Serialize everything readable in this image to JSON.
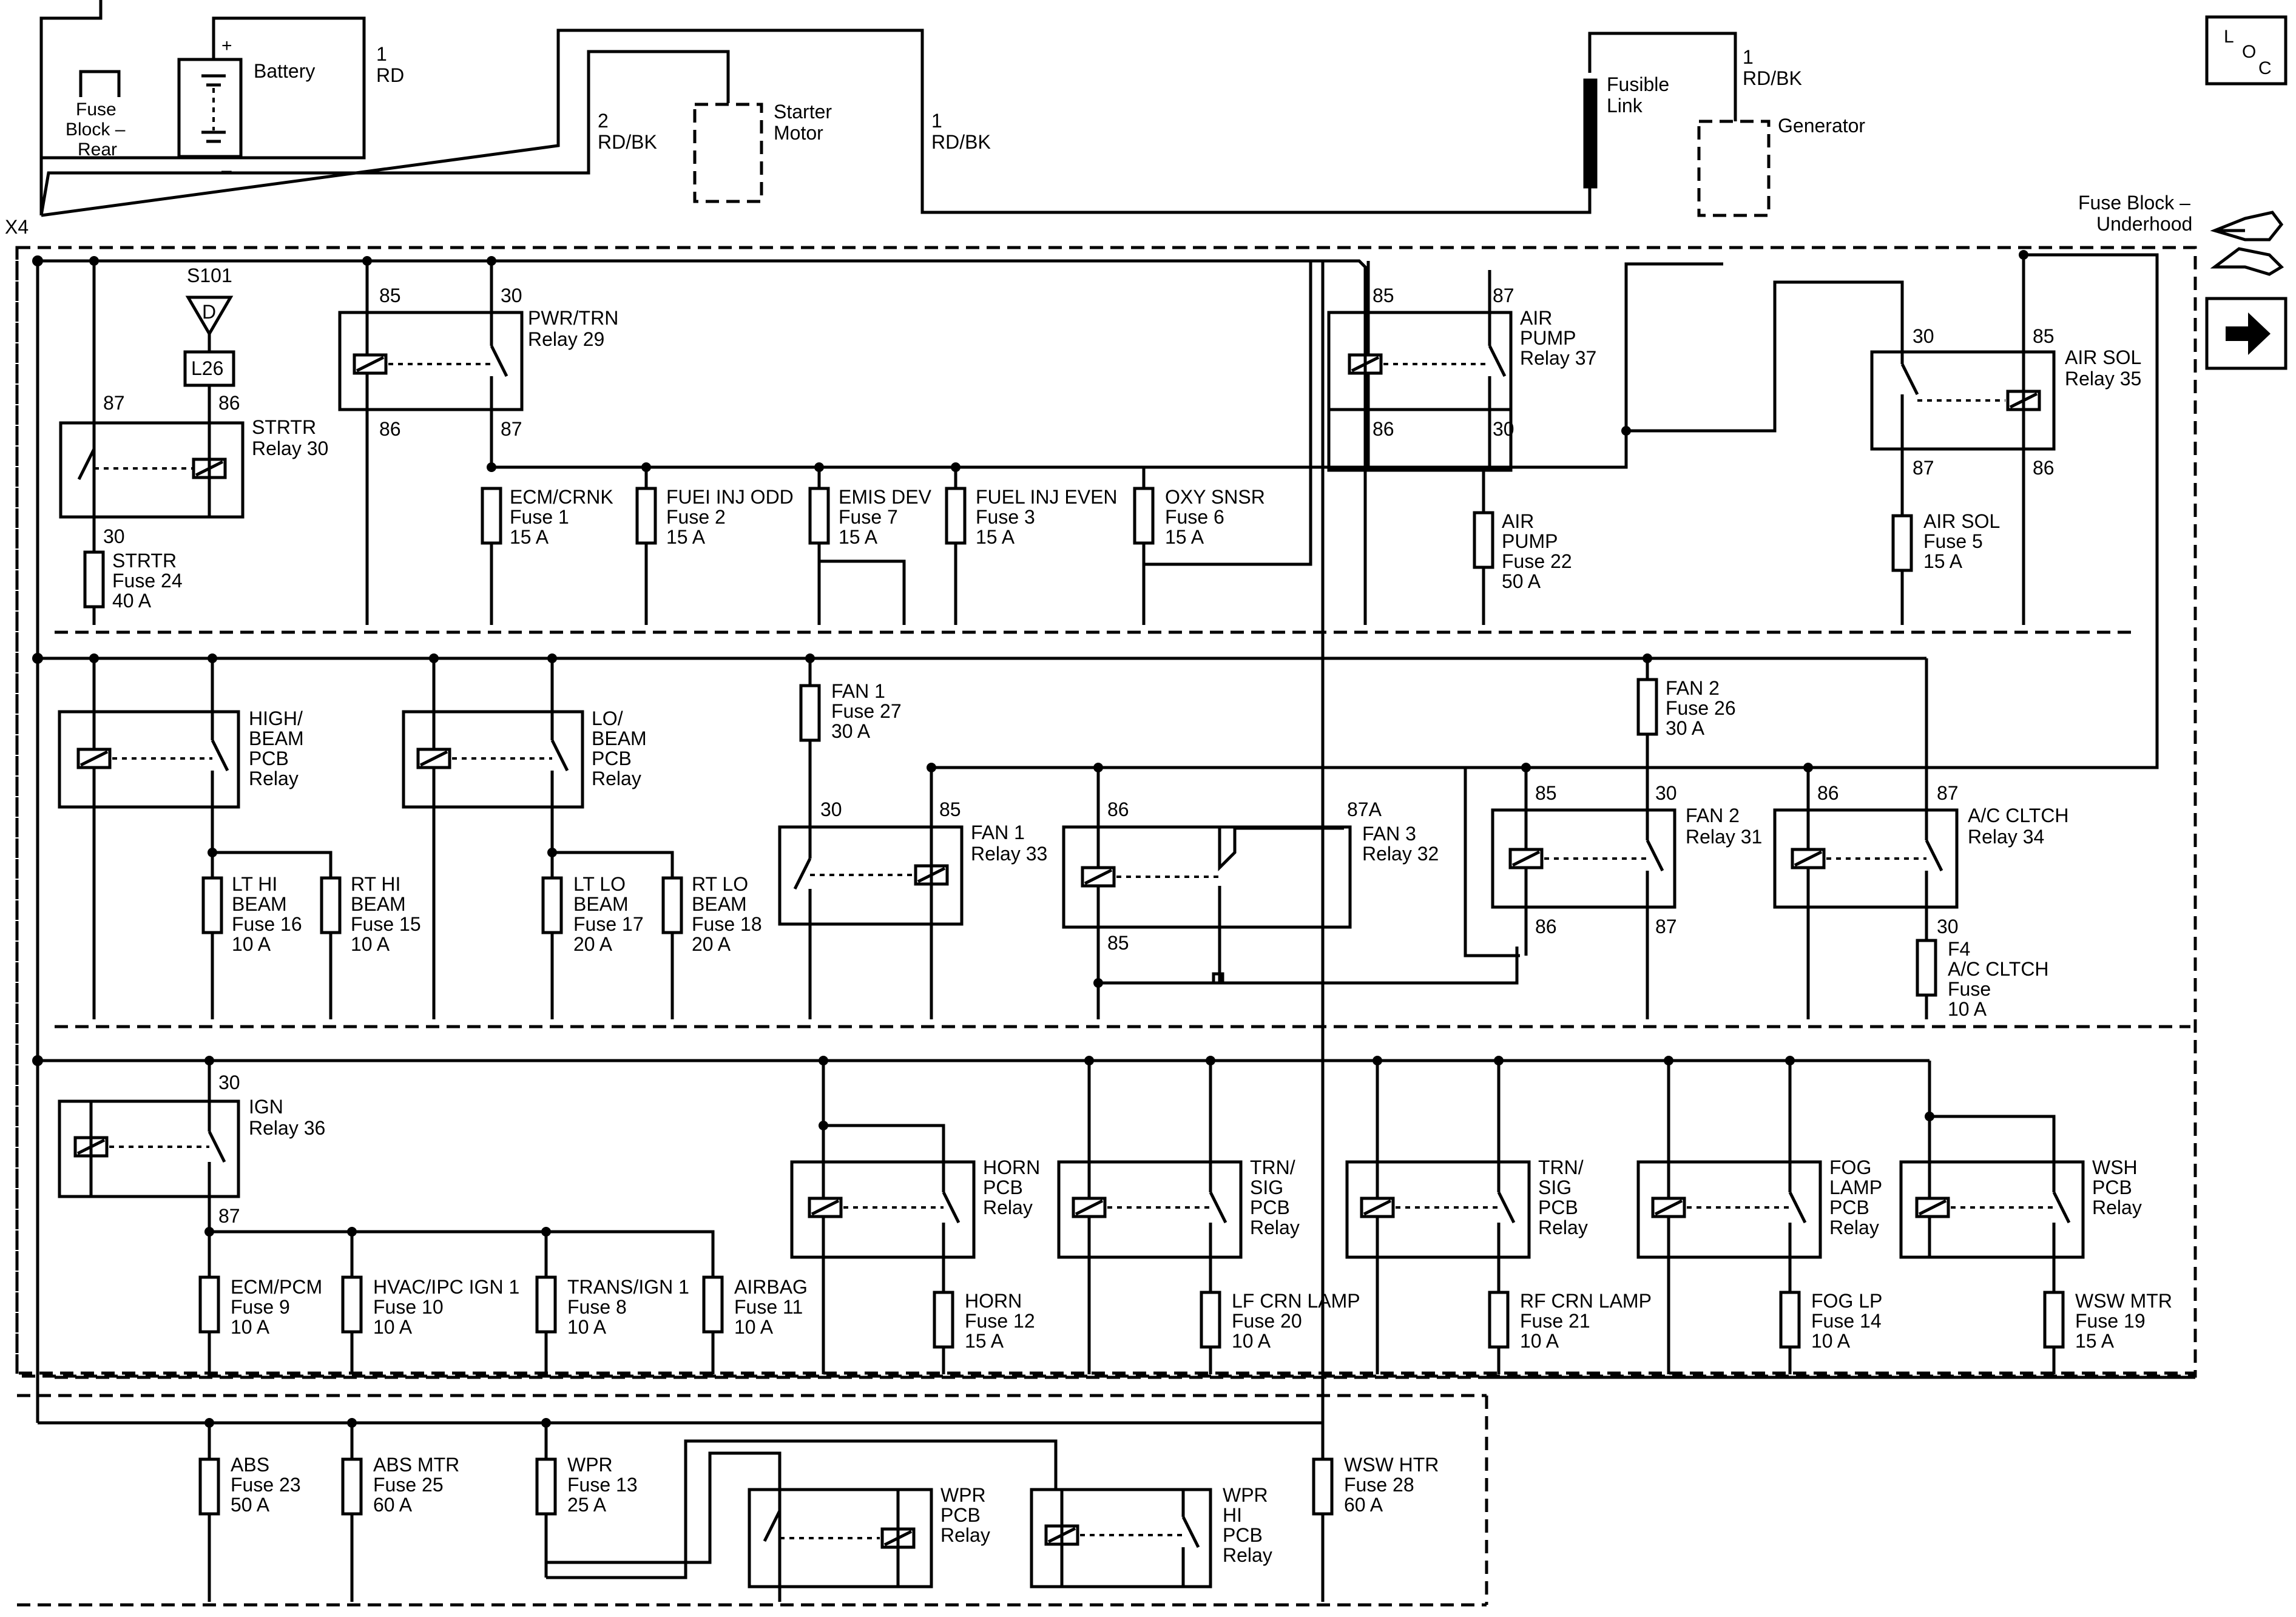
{
  "loc_labels": [
    "L",
    "O",
    "C"
  ],
  "icons": [
    "arrow-right-icon",
    "connector-tool-icon"
  ],
  "connector_x4": "X4",
  "fuse_block_underhood": [
    "Fuse Block –",
    "Underhood"
  ],
  "top": {
    "fuse_block_rear": [
      "Fuse",
      "Block –",
      "Rear"
    ],
    "battery": "Battery",
    "battery_plus": "+",
    "battery_minus": "–",
    "starter_motor": [
      "Starter",
      "Motor"
    ],
    "generator": "Generator",
    "fusible_link": [
      "Fusible",
      "Link"
    ],
    "wire_1_rd": [
      "1",
      "RD"
    ],
    "wire_2_rdbk": [
      "2",
      "RD/BK"
    ],
    "wire_1_rdbk_mid": [
      "1",
      "RD/BK"
    ],
    "wire_1_rdbk_gen": [
      "1",
      "RD/BK"
    ],
    "splice_s101": "S101",
    "splice_d": "D",
    "l26": "L26"
  },
  "relays": {
    "strtr": [
      "STRTR",
      "Relay 30"
    ],
    "pwrtrn": [
      "PWR/TRN",
      "Relay 29"
    ],
    "airpump": [
      "AIR",
      "PUMP",
      "Relay 37"
    ],
    "airsol": [
      "AIR SOL",
      "Relay 35"
    ],
    "highbeam": [
      "HIGH/",
      "BEAM",
      "PCB",
      "Relay"
    ],
    "lobeam": [
      "LO/",
      "BEAM",
      "PCB",
      "Relay"
    ],
    "fan1": [
      "FAN 1",
      "Relay 33"
    ],
    "fan3": [
      "FAN 3",
      "Relay 32"
    ],
    "fan2": [
      "FAN 2",
      "Relay 31"
    ],
    "acclutch": [
      "A/C CLTCH",
      "Relay 34"
    ],
    "ign": [
      "IGN",
      "Relay 36"
    ],
    "horn": [
      "HORN",
      "PCB",
      "Relay"
    ],
    "trnsig1": [
      "TRN/",
      "SIG",
      "PCB",
      "Relay"
    ],
    "trnsig2": [
      "TRN/",
      "SIG",
      "PCB",
      "Relay"
    ],
    "foglamp": [
      "FOG",
      "LAMP",
      "PCB",
      "Relay"
    ],
    "wsh": [
      "WSH",
      "PCB",
      "Relay"
    ],
    "wpr": [
      "WPR",
      "PCB",
      "Relay"
    ],
    "wprhi": [
      "WPR",
      "HI",
      "PCB",
      "Relay"
    ]
  },
  "pins": {
    "strtr": [
      "87",
      "86",
      "30"
    ],
    "pwrtrn": [
      "85",
      "30",
      "86",
      "87"
    ],
    "airpump": [
      "85",
      "87",
      "86",
      "30"
    ],
    "airsol": [
      "30",
      "85",
      "87",
      "86"
    ],
    "fan1": [
      "30",
      "85"
    ],
    "fan3": [
      "86",
      "87A",
      "85"
    ],
    "fan2": [
      "85",
      "30",
      "86",
      "87"
    ],
    "acclutch": [
      "86",
      "87",
      "30"
    ],
    "ign": [
      "30",
      "87"
    ]
  },
  "fuses": {
    "strtr": [
      "STRTR",
      "Fuse 24",
      "40 A"
    ],
    "ecmcrnk": [
      "ECM/CRNK",
      "Fuse 1",
      "15 A"
    ],
    "fuelinjodd": [
      "FUEI INJ ODD",
      "Fuse 2",
      "15 A"
    ],
    "emisdev": [
      "EMIS DEV",
      "Fuse 7",
      "15 A"
    ],
    "fuelinjeven": [
      "FUEL INJ EVEN",
      "Fuse 3",
      "15 A"
    ],
    "oxysnsr": [
      "OXY SNSR",
      "Fuse 6",
      "15 A"
    ],
    "airpump": [
      "AIR",
      "PUMP",
      "Fuse 22",
      "50 A"
    ],
    "airsol": [
      "AIR SOL",
      "Fuse 5",
      "15 A"
    ],
    "fan1": [
      "FAN 1",
      "Fuse 27",
      "30 A"
    ],
    "fan2": [
      "FAN 2",
      "Fuse 26",
      "30 A"
    ],
    "lthibeam": [
      "LT HI",
      "BEAM",
      "Fuse 16",
      "10 A"
    ],
    "rthibeam": [
      "RT HI",
      "BEAM",
      "Fuse 15",
      "10 A"
    ],
    "ltlobeam": [
      "LT LO",
      "BEAM",
      "Fuse 17",
      "20 A"
    ],
    "rtlobeam": [
      "RT LO",
      "BEAM",
      "Fuse 18",
      "20 A"
    ],
    "acclutch": [
      "F4",
      "A/C CLTCH",
      "Fuse",
      "10 A"
    ],
    "ecmpcm": [
      "ECM/PCM",
      "Fuse 9",
      "10 A"
    ],
    "hvacipc": [
      "HVAC/IPC IGN 1",
      "Fuse 10",
      "10 A"
    ],
    "transign": [
      "TRANS/IGN 1",
      "Fuse 8",
      "10 A"
    ],
    "airbag": [
      "AIRBAG",
      "Fuse 11",
      "10 A"
    ],
    "horn": [
      "HORN",
      "Fuse 12",
      "15 A"
    ],
    "lfcrn": [
      "LF CRN LAMP",
      "Fuse 20",
      "10 A"
    ],
    "rfcrn": [
      "RF CRN LAMP",
      "Fuse 21",
      "10 A"
    ],
    "foglp": [
      "FOG LP",
      "Fuse 14",
      "10 A"
    ],
    "wswmtr": [
      "WSW MTR",
      "Fuse 19",
      "15 A"
    ],
    "abs": [
      "ABS",
      "Fuse 23",
      "50 A"
    ],
    "absmtr": [
      "ABS MTR",
      "Fuse 25",
      "60 A"
    ],
    "wpr": [
      "WPR",
      "Fuse 13",
      "25 A"
    ],
    "wswhtr": [
      "WSW HTR",
      "Fuse 28",
      "60 A"
    ]
  }
}
